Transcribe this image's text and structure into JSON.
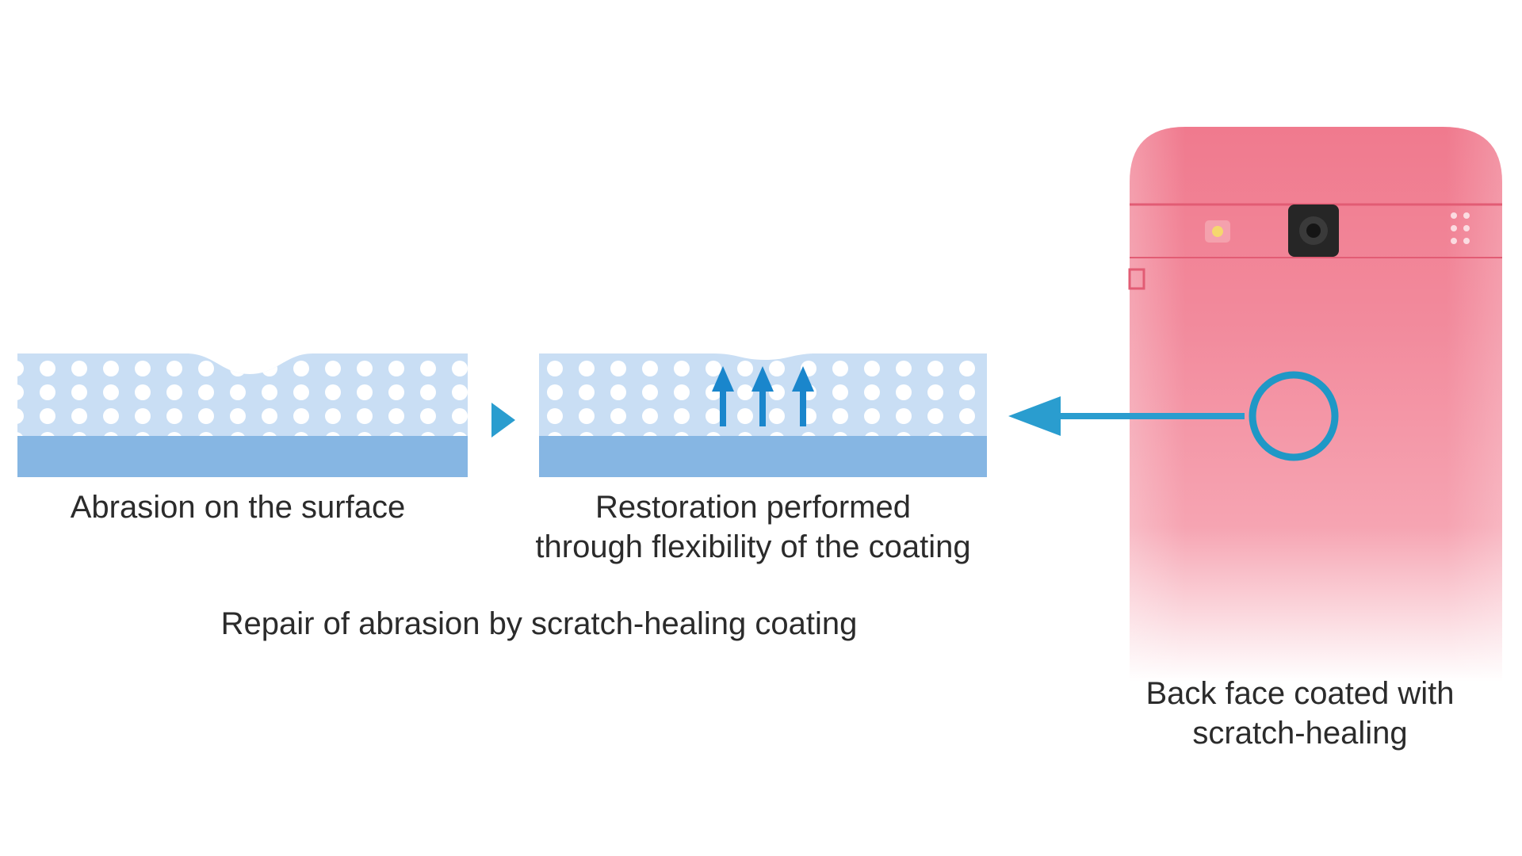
{
  "labels": {
    "abrasion": "Abrasion on the surface",
    "restoration_line1": "Restoration performed",
    "restoration_line2": "through flexibility of the coating",
    "caption": "Repair of abrasion by scratch-healing coating",
    "back_line1": "Back face coated with",
    "back_line2": "scratch-healing"
  },
  "icons": {
    "step_arrow": "triangle-right-icon",
    "restore_arrows": "arrow-up-icon",
    "callout_arrow": "arrow-left-icon",
    "camera": "camera-icon",
    "flash": "flash-icon",
    "speaker": "speaker-grille-icon"
  },
  "colors": {
    "coating": "#c9def4",
    "coating_dots": "#ffffff",
    "substrate": "#86b6e3",
    "accent_blue": "#2a9dcf",
    "restore_arrow_blue": "#1a86cc",
    "phone_pink": "#f07a8e",
    "text": "#2b2b2b"
  }
}
